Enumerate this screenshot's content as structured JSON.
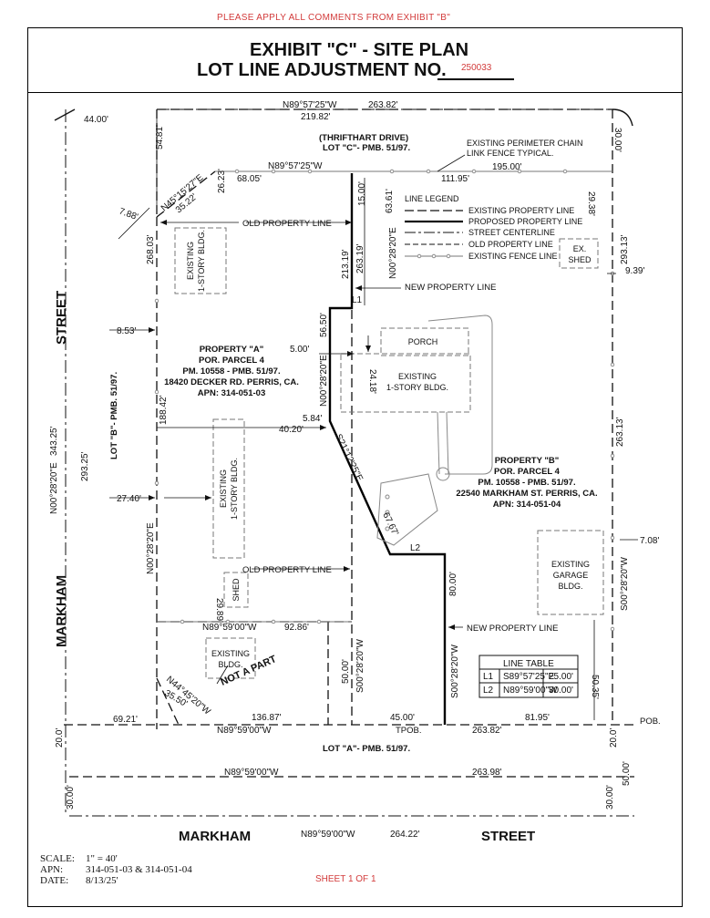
{
  "header_note": "PLEASE APPLY ALL COMMENTS FROM EXHIBIT \"B\"",
  "title_line1": "EXHIBIT \"C\" - SITE PLAN",
  "title_line2_prefix": "LOT LINE ADJUSTMENT NO.",
  "lot_number": "250033",
  "streets": {
    "thrifthart_name": "(THRIFTHART DRIVE)",
    "thrifthart_lot": "LOT \"C\"- PMB. 51/97.",
    "lot_b": "LOT \"B\"- PMB. 51/97.",
    "lot_a": "LOT \"A\"- PMB. 51/97.",
    "markham_left_1": "STREET",
    "markham_left_2": "MARKHAM",
    "markham_bottom_1": "MARKHAM",
    "markham_bottom_2": "STREET"
  },
  "property_a": {
    "name": "PROPERTY \"A\"",
    "parcel": "POR. PARCEL 4",
    "pm": "PM. 10558 - PMB. 51/97.",
    "address": "18420 DECKER RD. PERRIS, CA.",
    "apn": "APN: 314-051-03"
  },
  "property_b": {
    "name": "PROPERTY \"B\"",
    "parcel": "POR. PARCEL 4",
    "pm": "PM. 10558 - PMB. 51/97.",
    "address": "22540 MARKHAM ST. PERRIS, CA.",
    "apn": "APN: 314-051-04"
  },
  "buildings": {
    "bldg_a_top_1": "EXISTING",
    "bldg_a_top_2": "1-STORY BLDG.",
    "bldg_a_mid_1": "EXISTING",
    "bldg_a_mid_2": "1-STORY BLDG.",
    "porch": "PORCH",
    "bldg_b_1": "EXISTING",
    "bldg_b_2": "1-STORY BLDG.",
    "garage_1": "EXISTING",
    "garage_2": "GARAGE",
    "garage_3": "BLDG.",
    "ex_shed_1": "EX.",
    "ex_shed_2": "SHED",
    "shed": "SHED",
    "nap_bldg_1": "EXISTING",
    "nap_bldg_2": "BLDG.",
    "not_a_part": "NOT A PART"
  },
  "labels": {
    "old_property_line_1": "OLD PROPERTY LINE",
    "new_property_line_1": "NEW PROPERTY LINE",
    "old_property_line_2": "OLD PROPERTY LINE",
    "new_property_line_2": "NEW PROPERTY LINE",
    "existing_fence_1": "EXISTING PERIMETER CHAIN",
    "existing_fence_2": "LINK FENCE TYPICAL.",
    "tpob": "TPOB.",
    "pob": "POB."
  },
  "legend": {
    "title": "LINE LEGEND",
    "items": [
      "EXISTING PROPERTY LINE",
      "PROPOSED PROPERTY LINE",
      "STREET CENTERLINE",
      "OLD PROPERTY LINE",
      "EXISTING FENCE LINE"
    ]
  },
  "line_table": {
    "title": "LINE TABLE",
    "rows": [
      {
        "id": "L1",
        "bearing": "S89°57'25\"E",
        "dist": "25.00'"
      },
      {
        "id": "L2",
        "bearing": "N89°59'00\"W",
        "dist": "30.00'"
      }
    ]
  },
  "dims": {
    "top_bearing": "N89°57'25\"W",
    "top_total": "263.82'",
    "top_inner": "219.82'",
    "top_left": "44.00'",
    "top_right": "30.00'",
    "north_bearing": "N89°57'25\"W",
    "d_6805": "68.05'",
    "d_19500": "195.00'",
    "d_11195": "111.95'",
    "d_5481": "54.81'",
    "diag_bearing": "N45°15'27\"E",
    "d_3522": "35.22'",
    "d_788": "7.88'",
    "d_2623": "26.23'",
    "d_1500": "15.00'",
    "d_6361": "63.61'",
    "d_2938": "29.38'",
    "d_939": "9.39'",
    "d_26803": "268.03'",
    "d_21319": "213.19'",
    "d_26319": "263.19'",
    "n_bearing_1": "N00°28'20\"E",
    "d_29313": "293.13'",
    "l1": "L1",
    "d_853": "8.53'",
    "d_5650": "56.50'",
    "d_500": "5.00'",
    "d_2418": "24.18'",
    "n_bearing_2": "N00°28'20\"E",
    "d_18842": "188.42'",
    "d_584": "5.84'",
    "d_4020": "40.20'",
    "diag2_bearing": "S21°12'25\"E",
    "d_34325": "343.25'",
    "n_bearing_3": "N00°28'20\"E",
    "d_29325": "293.25'",
    "d_26313": "263.13'",
    "d_2740": "27.40'",
    "n_bearing_4": "N00°28'20\"E",
    "d_6767": "67.67'",
    "l2": "L2",
    "d_708": "7.08'",
    "d_8000": "80.00'",
    "s_bearing_1": "S00°28'20\"W",
    "d_2989": "29.89'",
    "mid_bearing": "N89°59'00\"W",
    "d_9286": "92.86'",
    "d_5000": "50.00'",
    "s_bearing_2": "S00°28'20\"W",
    "s_bearing_3": "S00°28'20\"W",
    "d_5035": "50.35'",
    "sw_bearing": "N44°45'20\"W",
    "d_3550": "35.50'",
    "d_13687": "136.87'",
    "d_6921": "69.21'",
    "bot_bearing": "N89°59'00\"W",
    "d_4500": "45.00'",
    "d_8195": "81.95'",
    "d_26382": "263.82'",
    "d_200_l": "20.0'",
    "d_200_r": "20.0'",
    "street_bearing": "N89°59'00\"W",
    "d_26398": "263.98'",
    "d_3000_l": "30.00'",
    "d_3000_r": "30.00'",
    "d_5000_r": "50.00'",
    "cl_bearing": "N89°59'00\"W",
    "d_26422": "264.22'"
  },
  "footer": {
    "scale_label": "SCALE:",
    "scale_value": "1\" = 40'",
    "apn_label": "APN:",
    "apn_value": "314-051-03 & 314-051-04",
    "date_label": "DATE:",
    "date_value": "8/13/25'",
    "sheet": "SHEET 1 OF 1"
  }
}
